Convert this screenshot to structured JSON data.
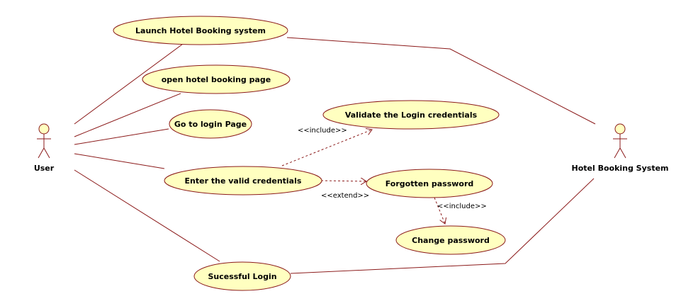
{
  "diagram": {
    "actors": [
      {
        "id": "user",
        "label": "User"
      },
      {
        "id": "hbs",
        "label": "Hotel Booking System"
      }
    ],
    "use_cases": [
      {
        "id": "uc1",
        "label": "Launch Hotel Booking system"
      },
      {
        "id": "uc2",
        "label": "open hotel booking page"
      },
      {
        "id": "uc3",
        "label": "Go to login Page"
      },
      {
        "id": "uc4",
        "label": "Validate the Login credentials"
      },
      {
        "id": "uc5",
        "label": "Enter the valid credentials"
      },
      {
        "id": "uc6",
        "label": "Forgotten password"
      },
      {
        "id": "uc7",
        "label": "Change password"
      },
      {
        "id": "uc8",
        "label": "Sucessful Login"
      }
    ],
    "relations": [
      {
        "id": "rel-include-1",
        "label": "<<include>>"
      },
      {
        "id": "rel-extend",
        "label": "<<extend>>"
      },
      {
        "id": "rel-include-2",
        "label": "<<include>>"
      }
    ],
    "colors": {
      "usecase_fill": "#ffffc0",
      "usecase_stroke": "#8b1a1a",
      "line": "#8b1a1a",
      "actor_fill": "#ffffc0"
    }
  }
}
